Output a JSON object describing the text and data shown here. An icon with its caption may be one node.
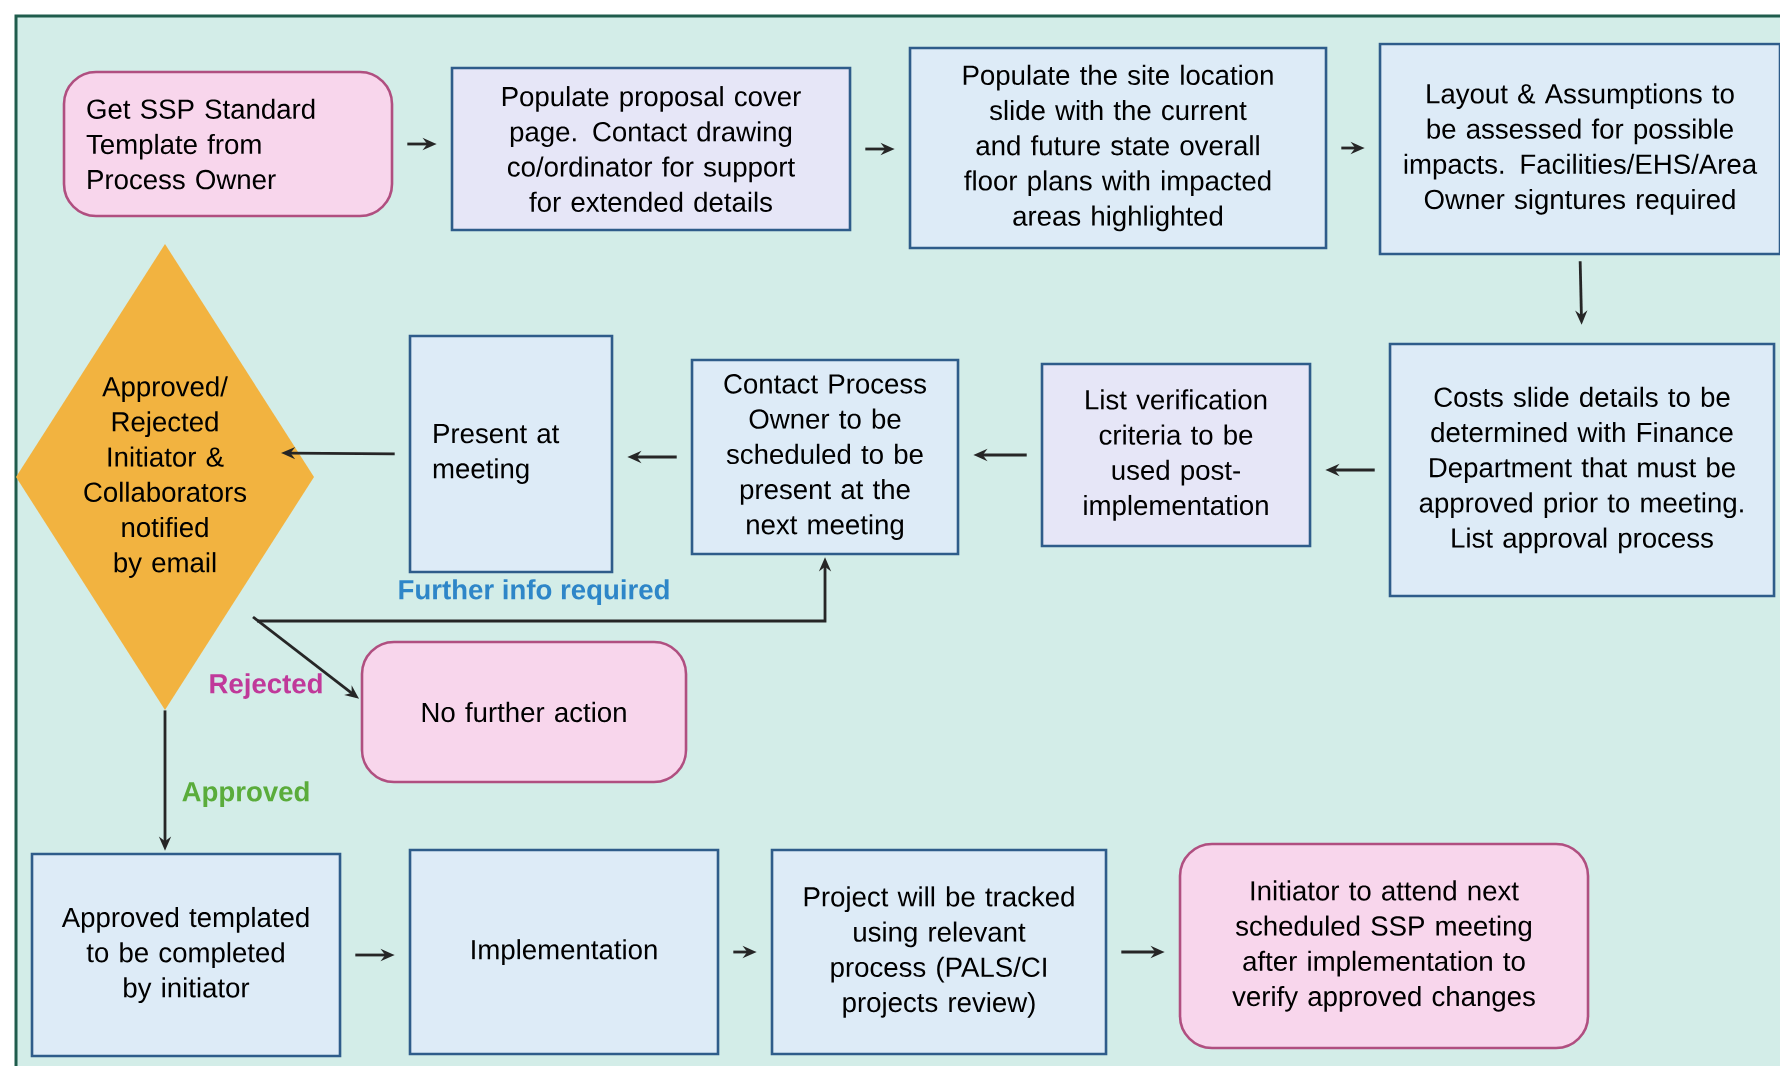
{
  "diagram": {
    "nodes": [
      {
        "text": [
          "Get SSP Standard Template from Process Owner"
        ]
      },
      {
        "text": [
          "Populate proposal cover page. Contact drawing co/ordinator for support for extended details"
        ]
      },
      {
        "text": [
          "Populate the site location slide with the current and future state overall floor plans with impacted areas highlighted"
        ]
      },
      {
        "text": [
          "Layout & Assumptions to be assessed for possible impacts. Facilities/EHS/Area Owner signtures required"
        ]
      },
      {
        "text": [
          "Costs slide details to be determined with Finance Department that must be approved prior to meeting. List approval process"
        ]
      },
      {
        "text": [
          "List verification criteria to be used post-implementation"
        ]
      },
      {
        "text": [
          "Contact Process Owner to be scheduled to be present at the next meeting"
        ]
      },
      {
        "text": [
          "Present at meeting"
        ]
      },
      {
        "text": [
          "Approved/ Rejected Initiator & Collaborators notified by email"
        ]
      },
      {
        "text": [
          "No further action"
        ]
      },
      {
        "text": [
          "Approved templated to be completed by initiator"
        ]
      },
      {
        "text": [
          "Implementation"
        ]
      },
      {
        "text": [
          "Project will be tracked using relevant process (PALS/CI projects review)"
        ]
      },
      {
        "text": [
          "Initiator to attend next scheduled SSP meeting after implementation to verify approved changes"
        ]
      }
    ],
    "edges": [
      {
        "from": 0,
        "to": 1,
        "arrow": "to"
      },
      {
        "from": 1,
        "to": 2,
        "arrow": "to"
      },
      {
        "from": 2,
        "to": 3,
        "arrow": "to"
      },
      {
        "from": 3,
        "to": 4,
        "arrow": "to"
      },
      {
        "from": 4,
        "to": 5,
        "arrow": "to"
      },
      {
        "from": 5,
        "to": 6,
        "arrow": "to"
      },
      {
        "from": 6,
        "to": 7,
        "arrow": "to"
      },
      {
        "from": 7,
        "to": 8,
        "arrow": "to"
      },
      {
        "from": 8,
        "to": 6,
        "arrow": "to",
        "label": "Further info required"
      },
      {
        "from": 8,
        "to": 9,
        "arrow": "to",
        "label": "Rejected"
      },
      {
        "from": 8,
        "to": 10,
        "arrow": "to",
        "label": "Approved"
      },
      {
        "from": 10,
        "to": 11,
        "arrow": "to"
      },
      {
        "from": 11,
        "to": 12,
        "arrow": "to"
      },
      {
        "from": 12,
        "to": 13,
        "arrow": "to"
      }
    ]
  }
}
